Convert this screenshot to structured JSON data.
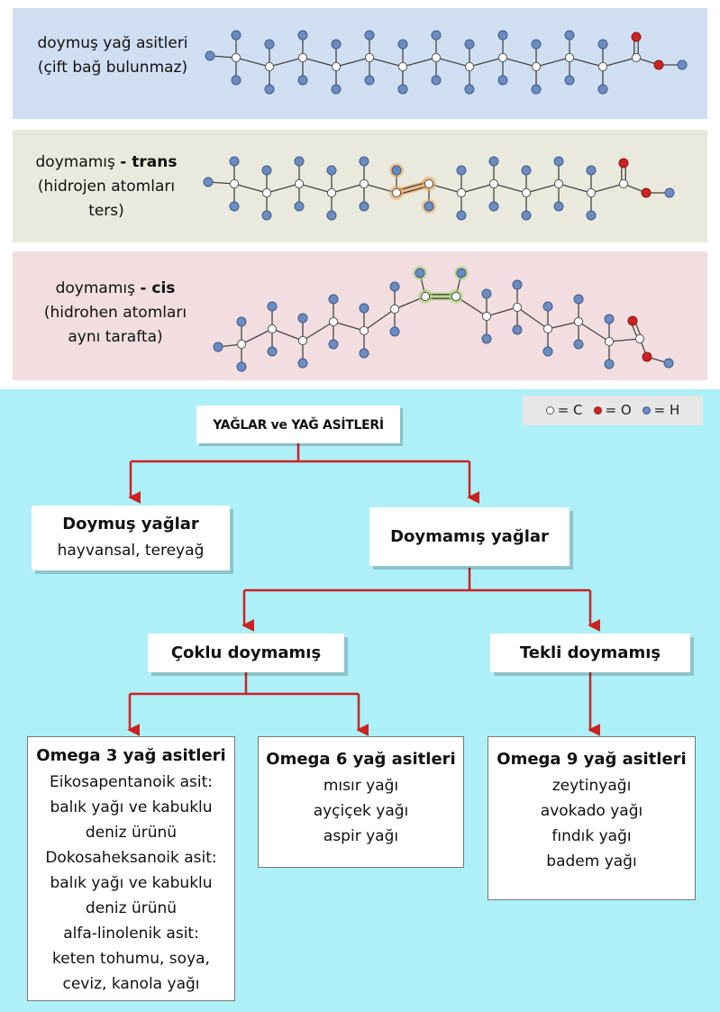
{
  "colors": {
    "carbon": "#ffffff",
    "oxygen": "#cc2222",
    "hydrogen": "#6c8cbf",
    "bond": "#444444",
    "arrow": "#cc2222",
    "trans_highlight": "#f0a860",
    "cis_highlight": "#a8d870"
  },
  "molecules": {
    "saturated": {
      "label_line1": "doymuş yağ asitleri",
      "label_line2": "(çift bağ bulunmaz)"
    },
    "trans": {
      "label_line1_prefix": "doymamış ",
      "label_line1_bold": "- trans",
      "label_line2": "(hidrojen atomları",
      "label_line3": "ters)"
    },
    "cis": {
      "label_line1_prefix": "doymamış ",
      "label_line1_bold": "- cis",
      "label_line2": "(hidrohen atomları",
      "label_line3": "aynı tarafta)"
    }
  },
  "legend": {
    "carbon": "= C",
    "oxygen": "= O",
    "hydrogen": "= H"
  },
  "tree": {
    "root": "YAĞLAR ve YAĞ ASİTLERİ",
    "saturated_title": "Doymuş yağlar",
    "saturated_sub": "hayvansal, tereyağ",
    "unsaturated_title": "Doymamış yağlar",
    "poly_title": "Çoklu doymamış",
    "mono_title": "Tekli doymamış",
    "omega3": {
      "title": "Omega 3 yağ asitleri",
      "lines": [
        "Eikosapentanoik asit:",
        "balık yağı ve kabuklu",
        "deniz ürünü",
        "Dokosaheksanoik asit:",
        "balık yağı ve kabuklu",
        "deniz ürünü",
        "alfa-linolenik asit:",
        "keten tohumu, soya,",
        "ceviz, kanola yağı"
      ]
    },
    "omega6": {
      "title": "Omega 6 yağ asitleri",
      "lines": [
        "mısır yağı",
        "ayçiçek yağı",
        "aspir yağı"
      ]
    },
    "omega9": {
      "title": "Omega 9 yağ asitleri",
      "lines": [
        "zeytinyağı",
        "avokado yağı",
        "fındık yağı",
        "badem yağı"
      ]
    }
  }
}
